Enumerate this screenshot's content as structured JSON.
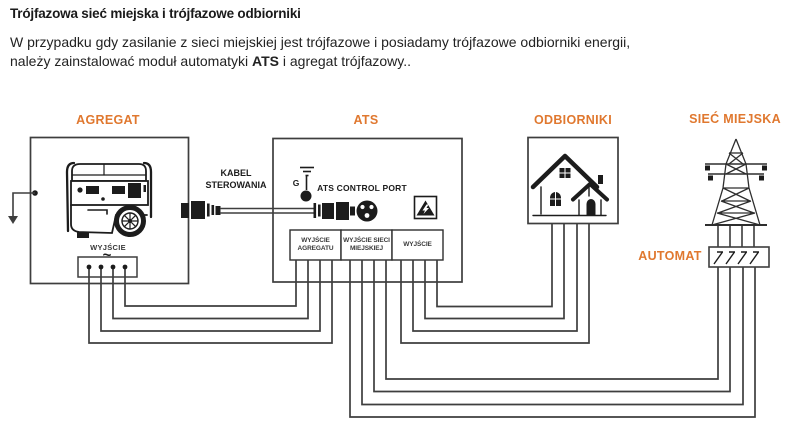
{
  "header": {
    "title": "Trójfazowa sieć miejska i trójfazowe odbiorniki",
    "line1": "W przypadku gdy zasilanie z sieci miejskiej jest trójfazowe i posiadamy trójfazowe odbiorniki energii,",
    "line2_pre": "należy zainstalować moduł automatyki ",
    "line2_bold": "ATS",
    "line2_post": " i agregat trójfazowy.."
  },
  "labels": {
    "agregat": "AGREGAT",
    "ats": "ATS",
    "odbiorniki": "ODBIORNIKI",
    "siec_miejska": "SIEĆ MIEJSKA",
    "automat": "AUTOMAT",
    "kabel_line1": "KABEL",
    "kabel_line2": "STEROWANIA",
    "ats_control_port": "ATS CONTROL PORT",
    "wyjscie_generator": "WYJŚCIE",
    "ground_g": "G",
    "ac_tilde": "~",
    "out_agregat_line1": "WYJŚCIE",
    "out_agregat_line2": "AGREGATU",
    "out_siec_line1": "WYJŚCIE SIECI",
    "out_siec_line2": "MIEJSKIEJ",
    "out_wyjscie": "WYJŚCIE"
  },
  "colors": {
    "accent_orange": "#E0782F",
    "wire": "#3E3E3E",
    "icon_black": "#1C1C1C",
    "text": "#1A1A1A"
  }
}
